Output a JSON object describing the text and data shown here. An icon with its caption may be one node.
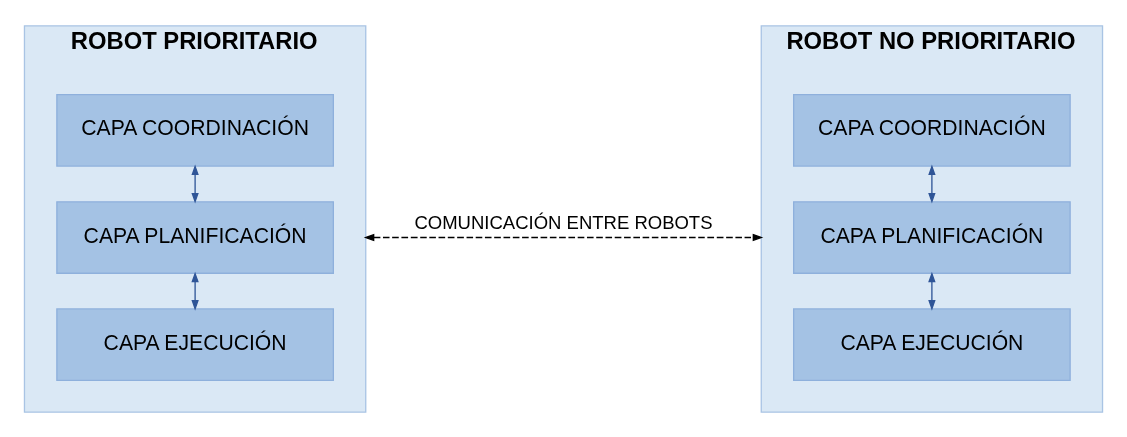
{
  "diagram": {
    "nodes": [
      {
        "text": [
          "ROBOT PRIORITARIO"
        ]
      },
      {
        "text": [
          "CAPA COORDINACIÓN"
        ],
        "in": 0
      },
      {
        "text": [
          "CAPA PLANIFICACIÓN"
        ],
        "in": 0
      },
      {
        "text": [
          "CAPA EJECUCIÓN"
        ],
        "in": 0
      },
      {
        "text": [
          "ROBOT NO PRIORITARIO"
        ]
      },
      {
        "text": [
          "CAPA COORDINACIÓN"
        ],
        "in": 4
      },
      {
        "text": [
          "CAPA PLANIFICACIÓN"
        ],
        "in": 4
      },
      {
        "text": [
          "CAPA EJECUCIÓN"
        ],
        "in": 4
      }
    ],
    "edges": [
      {
        "from": 1,
        "to": 2,
        "arrow": "both"
      },
      {
        "from": 2,
        "to": 3,
        "arrow": "both"
      },
      {
        "from": 5,
        "to": 6,
        "arrow": "both"
      },
      {
        "from": 6,
        "to": 7,
        "arrow": "both"
      },
      {
        "from": 0,
        "to": 4,
        "arrow": "both",
        "style": "dashed",
        "color": "#000000",
        "label": "COMUNICACIÓN ENTRE ROBOTS"
      }
    ]
  }
}
